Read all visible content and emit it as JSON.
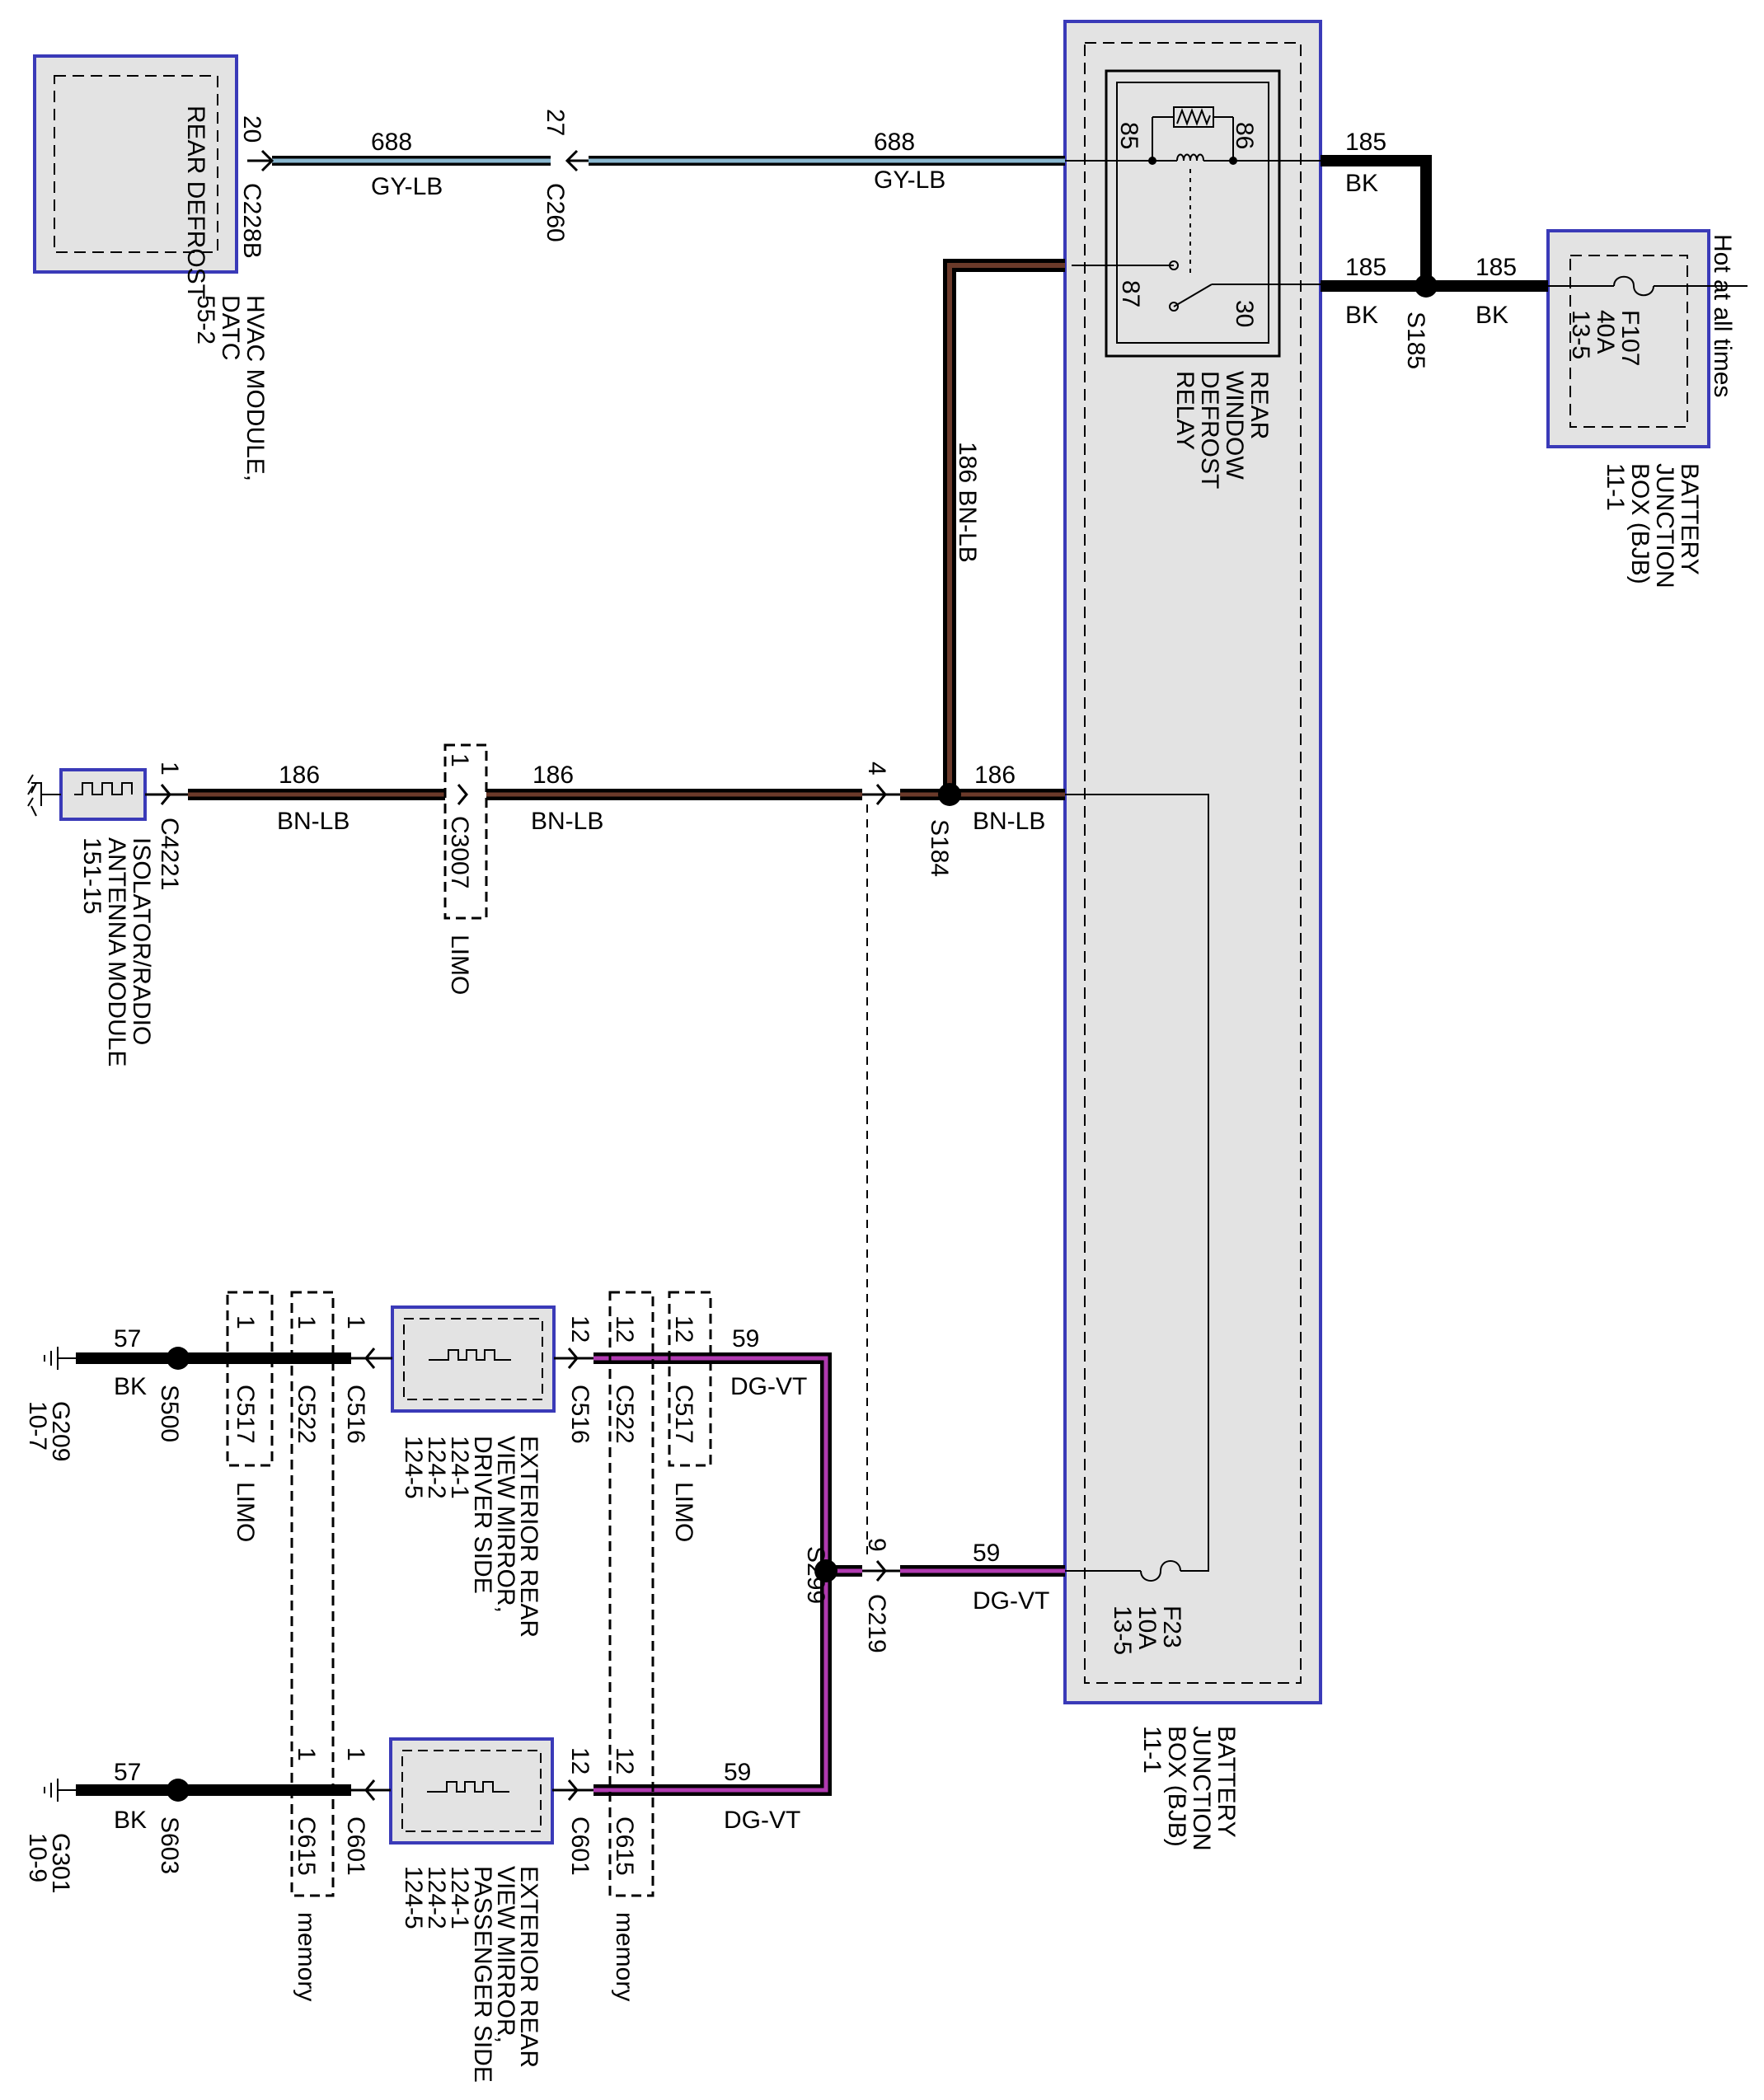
{
  "colors": {
    "box_border": "#3a3ab8",
    "box_fill": "#e3e3e3",
    "wire_black": "#000000",
    "gy_lb": "#8ab8d0",
    "bn_lb": "#6b3a2a",
    "dg_vt": "#b03ab0"
  },
  "components": {
    "hvac_module": {
      "inner": "REAR DEFROST",
      "name_lines": [
        "HVAC MODULE,",
        "DATC",
        "55-2"
      ]
    },
    "bjb_top": {
      "fuse": "F107",
      "rating": "40A",
      "ref": "13-5",
      "name_lines": [
        "BATTERY",
        "JUNCTION",
        "BOX (BJB)",
        "11-1"
      ]
    },
    "bjb_main": {
      "fuse": "F23",
      "rating": "10A",
      "ref": "13-5",
      "name_lines": [
        "BATTERY",
        "JUNCTION",
        "BOX (BJB)",
        "11-1"
      ]
    },
    "relay": {
      "pin85": "85",
      "pin86": "86",
      "pin87": "87",
      "pin30": "30",
      "name_lines": [
        "REAR",
        "WINDOW",
        "DEFROST",
        "RELAY"
      ]
    },
    "antenna": {
      "name_lines": [
        "ISOLATOR/RADIO",
        "ANTENNA MODULE",
        "151-15"
      ]
    },
    "mirror_driver": {
      "name_lines": [
        "EXTERIOR REAR",
        "VIEW MIRROR,",
        "DRIVER SIDE",
        "124-1",
        "124-2",
        "124-5"
      ]
    },
    "mirror_passenger": {
      "name_lines": [
        "EXTERIOR REAR",
        "VIEW MIRROR,",
        "PASSENGER SIDE",
        "124-1",
        "124-2",
        "124-5"
      ]
    },
    "hot_label": "Hot at all times"
  },
  "circuits": {
    "c688": {
      "num": "688",
      "color": "GY-LB"
    },
    "c185": {
      "num": "185",
      "color": "BK"
    },
    "c186": {
      "num": "186",
      "color": "BN-LB"
    },
    "c186_vert": "186  BN-LB",
    "c59": {
      "num": "59",
      "color": "DG-VT"
    },
    "c57": {
      "num": "57",
      "color": "BK"
    }
  },
  "connectors": {
    "c228b": "C228B",
    "c228b_pin": "20",
    "c260": "C260",
    "c260_pin": "27",
    "c4221": "C4221",
    "c4221_pin": "1",
    "c3007": "C3007",
    "c3007_pin": "1",
    "c219_top_pin": "4",
    "c219": "C219",
    "c219_pin": "9",
    "c516": "C516",
    "c516_pin1": "1",
    "c516_pin12": "12",
    "c517": "C517",
    "c517_pin1": "1",
    "c517_pin12": "12",
    "c522": "C522",
    "c522_pin1": "1",
    "c522_pin12": "12",
    "c601": "C601",
    "c601_pin1": "1",
    "c601_pin12": "12",
    "c615": "C615",
    "c615_pin1": "1",
    "c615_pin12": "12"
  },
  "splices": {
    "s185": "S185",
    "s184": "S184",
    "s299": "S299",
    "s500": "S500",
    "s603": "S603"
  },
  "grounds": {
    "g209": "G209",
    "g209_ref": "10-7",
    "g301": "G301",
    "g301_ref": "10-9"
  },
  "options": {
    "limo": "LIMO",
    "memory": "memory"
  }
}
